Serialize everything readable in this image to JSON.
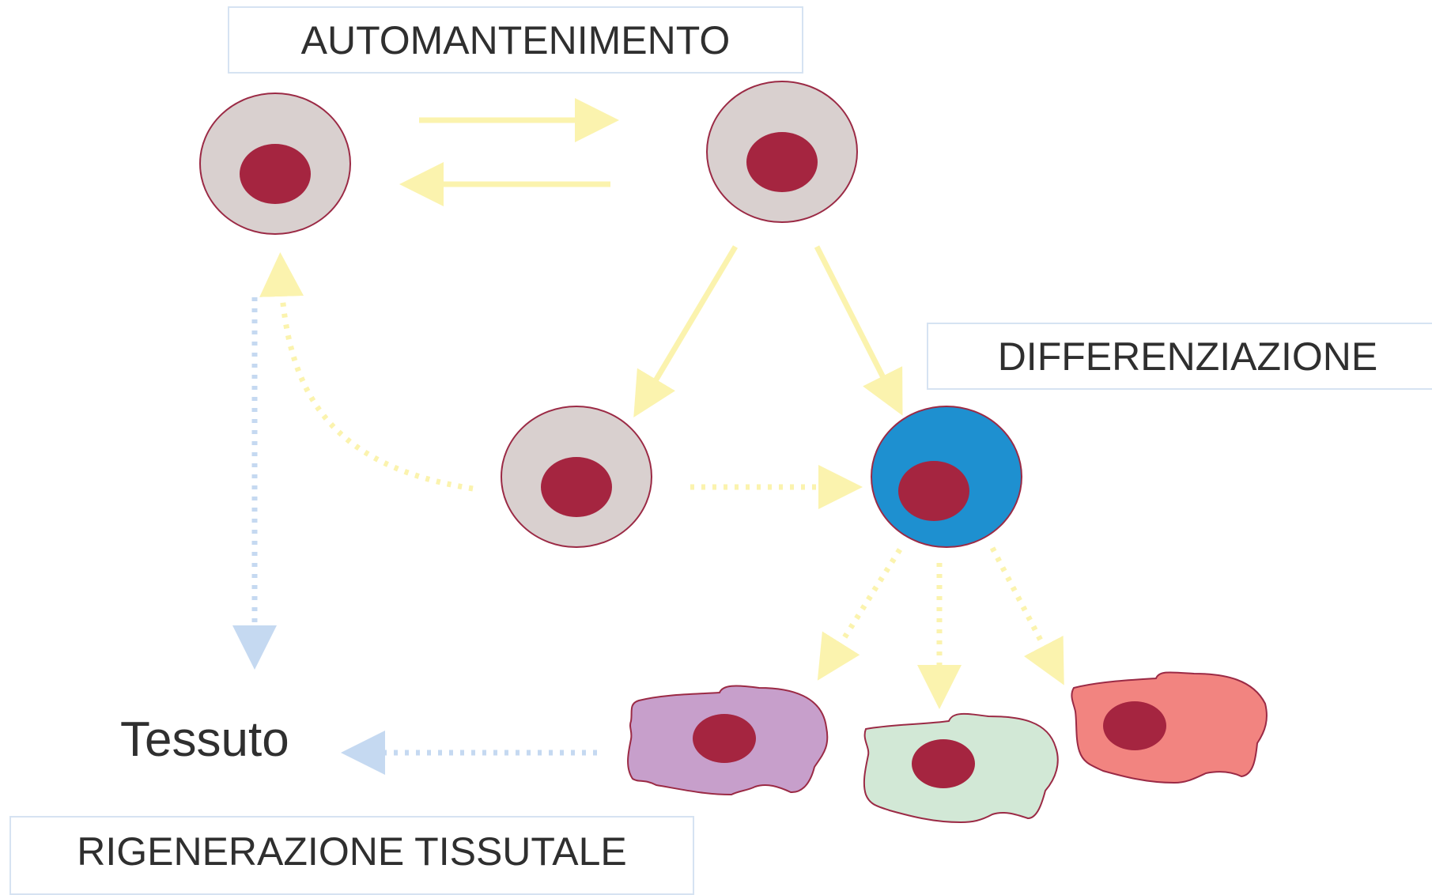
{
  "labels": {
    "automantenimento": "AUTOMANTENIMENTO",
    "differenziazione": "DIFFERENZIAZIONE",
    "tessuto": "Tessuto",
    "rigenerazione": "RIGENERAZIONE TISSUTALE"
  },
  "colors": {
    "stem_cell_fill": "#d9d0cf",
    "cell_outline": "#9b2a45",
    "nucleus": "#a52540",
    "progenitor_fill": "#1e90d0",
    "diff_cell_purple": "#c79fcb",
    "diff_cell_green": "#d2e8d6",
    "diff_cell_red": "#f28480",
    "arrow_yellow": "#fbf3ae",
    "arrow_blue": "#c5d9f1",
    "box_border": "#d6e3f2"
  }
}
